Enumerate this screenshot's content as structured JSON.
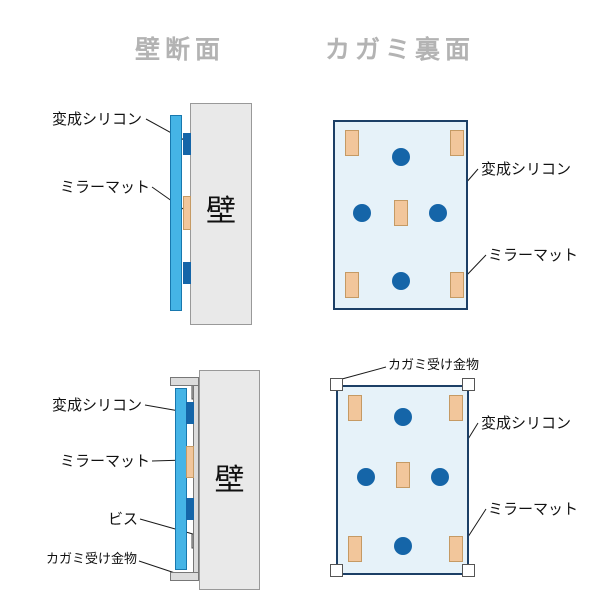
{
  "titles": {
    "wall_section": "壁断面",
    "mirror_back": "カガミ裏面"
  },
  "terms": {
    "silicone": "変成シリコン",
    "mirror_mat": "ミラーマット",
    "wall": "壁",
    "screw": "ビス",
    "bracket": "カガミ受け金物"
  },
  "colors": {
    "title_gray": "#b3b3b3",
    "wall_fill": "#e9e9e9",
    "mirror_strip_blue": "#45b4e6",
    "silicone_blue": "#1565a8",
    "mat_tan": "#f2c69b",
    "mirror_back_fill": "#e6f2f9",
    "mirror_back_border": "#1c3f66",
    "bracket_white": "#ffffff"
  }
}
